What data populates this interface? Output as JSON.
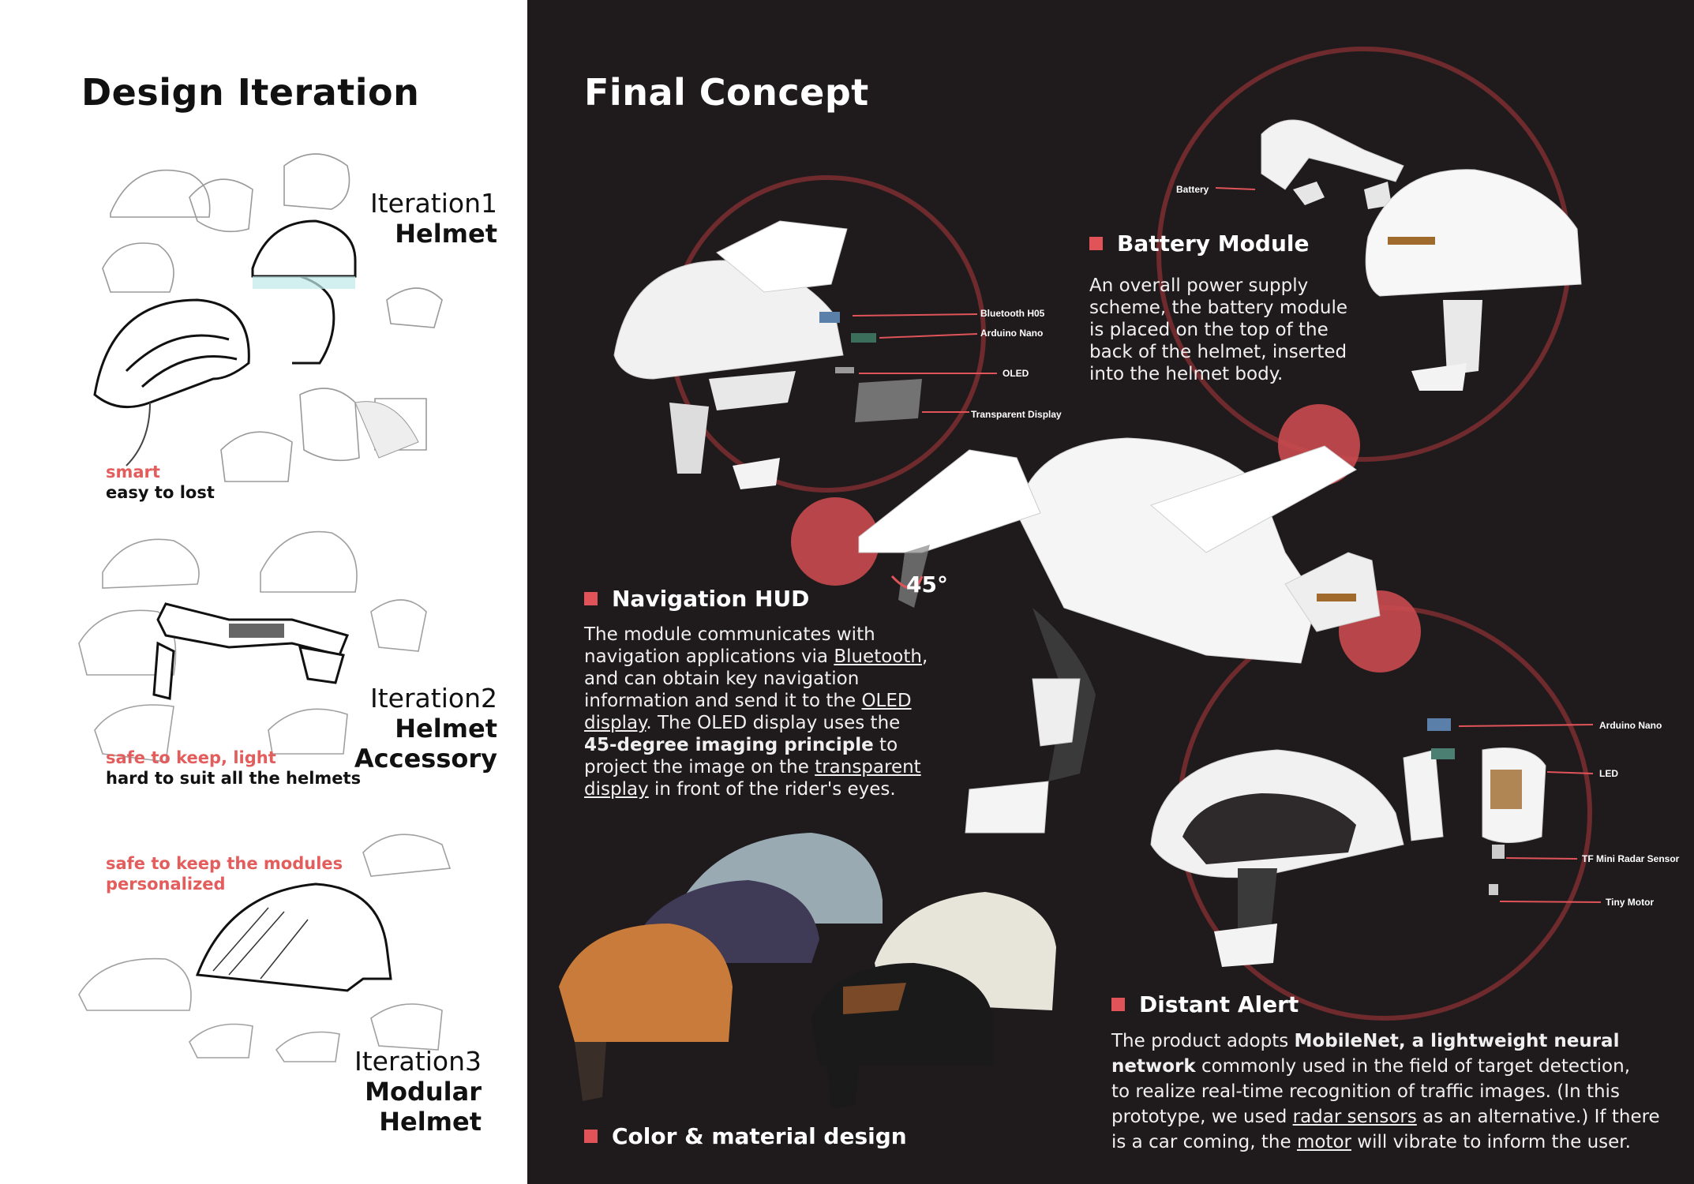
{
  "left": {
    "title": "Design Iteration",
    "iterations": [
      {
        "name": "Iteration1",
        "subtitle": "Helmet",
        "pro": "smart",
        "con": "easy to lost"
      },
      {
        "name": "Iteration2",
        "subtitle": "Helmet Accessory",
        "pro": "safe to keep, light",
        "con": "hard to suit all the helmets"
      },
      {
        "name": "Iteration3",
        "subtitle": "Modular Helmet",
        "pro_line1": "safe to keep the modules",
        "pro_line2": "personalized"
      }
    ]
  },
  "right": {
    "title": "Final Concept",
    "battery": {
      "heading": "Battery Module",
      "lines": [
        "An overall power supply",
        "scheme, the battery module",
        "is placed on the top of the",
        "back of the helmet, inserted",
        "into the helmet body."
      ],
      "callout": "Battery"
    },
    "hud": {
      "heading": "Navigation HUD",
      "callouts": [
        "Bluetooth H05",
        "Arduino Nano",
        "OLED",
        "Transparent Display"
      ],
      "angle": "45°",
      "text": {
        "l1": "The module communicates with",
        "l2a": "navigation applications via ",
        "l2u": "Bluetooth",
        "l2b": ",",
        "l3": "and can obtain key navigation",
        "l4a": "information and send it to the ",
        "l4u": "OLED",
        "l5u": "display",
        "l5b": ". The OLED display uses the",
        "l6s": "45-degree imaging principle",
        "l6b": " to",
        "l7a": "project the image on the ",
        "l7u": "transparent",
        "l8u": "display",
        "l8b": " in front of the rider's eyes."
      }
    },
    "alert": {
      "heading": "Distant Alert",
      "callouts": [
        "Arduino Nano",
        "LED",
        "TF Mini Radar Sensor",
        "Tiny Motor"
      ],
      "text": {
        "l1a": "The product adopts ",
        "l1s": "MobileNet, a lightweight neural",
        "l2s": "network",
        "l2b": " commonly used in the field of target detection,",
        "l3": "to realize real-time recognition of traffic images. (In this",
        "l4a": "prototype, we used ",
        "l4u": "radar sensors",
        "l4b": " as an alternative.) If there",
        "l5a": "is a car coming, the ",
        "l5u": "motor",
        "l5b": " will vibrate to inform the user."
      }
    },
    "color": {
      "heading": "Color & material design"
    }
  },
  "colors": {
    "accent": "#e05459",
    "dark_bg": "#1f1b1c",
    "circle": "#6e2a2c"
  }
}
